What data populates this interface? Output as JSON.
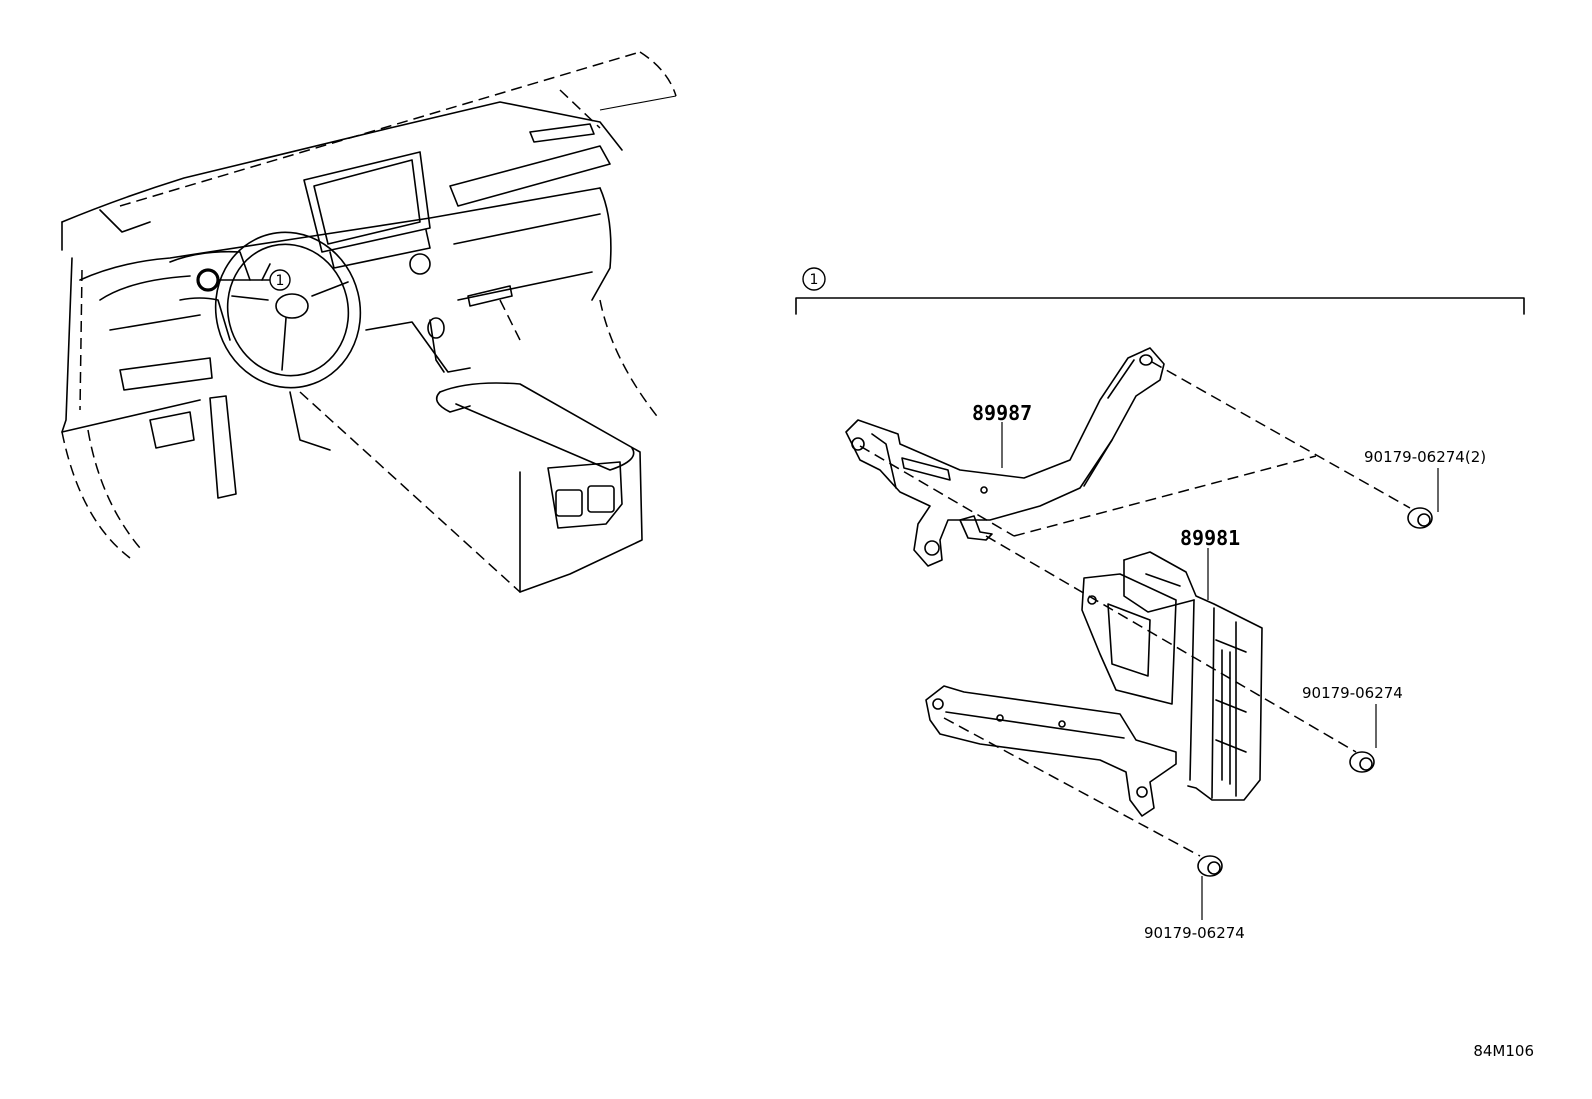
{
  "diagram": {
    "ref_marker": "1",
    "parts": {
      "bracket_upper": "89987",
      "module": "89981",
      "nut_upper_right": "90179-06274(2)",
      "nut_middle_right": "90179-06274",
      "nut_bottom": "90179-06274"
    },
    "illustration_code": "84M106"
  }
}
